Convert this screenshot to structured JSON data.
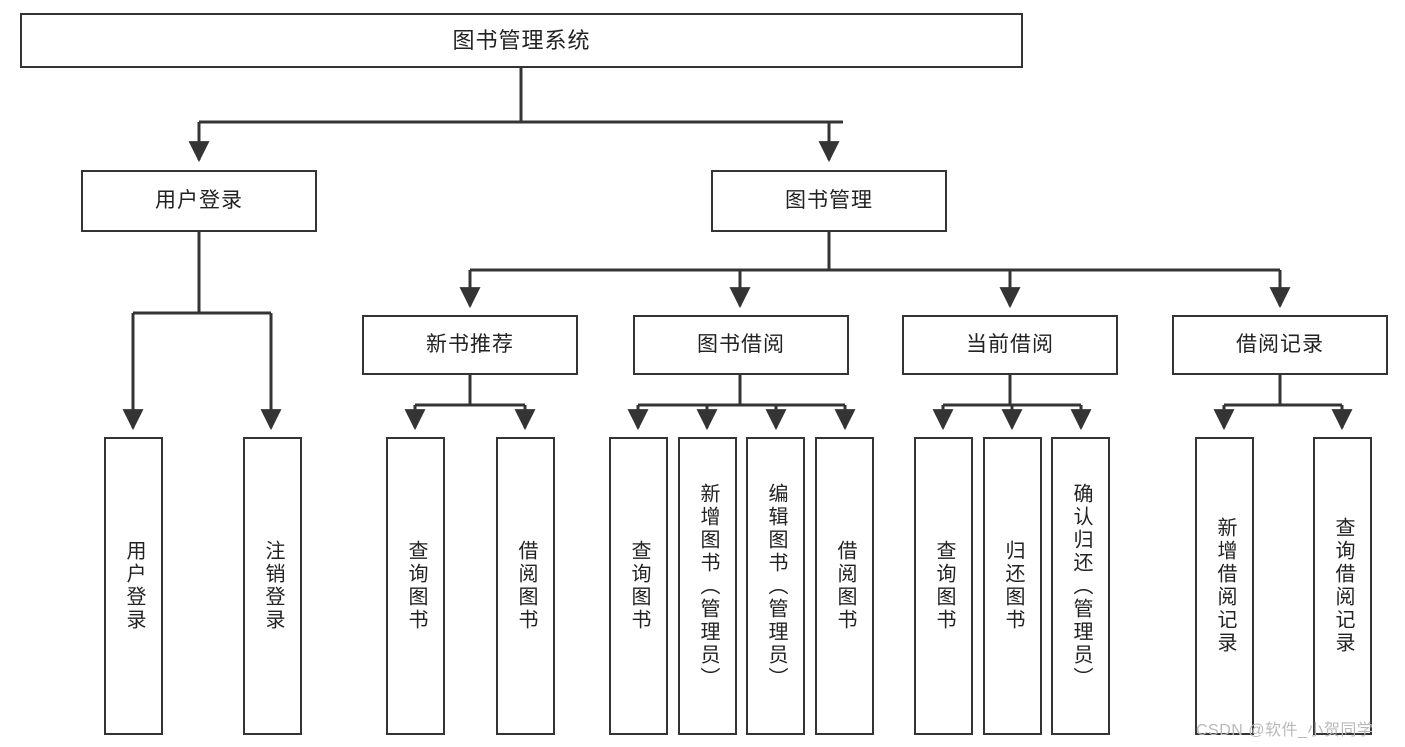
{
  "diagram": {
    "title": "图书管理系统",
    "watermark": "CSDN @软件_小贺同学",
    "edge_color": "#343434",
    "box_border_color": "#343434",
    "box_fill_color": "#ffffff",
    "text_color": "#222222",
    "levels": {
      "root": {
        "label": "图书管理系统"
      },
      "level2": [
        {
          "label": "用户登录"
        },
        {
          "label": "图书管理"
        }
      ],
      "level3": [
        {
          "label": "新书推荐"
        },
        {
          "label": "图书借阅"
        },
        {
          "label": "当前借阅"
        },
        {
          "label": "借阅记录"
        }
      ],
      "leaves": {
        "user_login": [
          {
            "label": "用户登录"
          },
          {
            "label": "注销登录"
          }
        ],
        "new_book_recommend": [
          {
            "label": "查询图书"
          },
          {
            "label": "借阅图书"
          }
        ],
        "book_borrow": [
          {
            "label": "查询图书"
          },
          {
            "label": "新增图书（管理员）"
          },
          {
            "label": "编辑图书（管理员）"
          },
          {
            "label": "借阅图书"
          }
        ],
        "current_borrow": [
          {
            "label": "查询图书"
          },
          {
            "label": "归还图书"
          },
          {
            "label": "确认归还（管理员）"
          }
        ],
        "borrow_record": [
          {
            "label": "新增借阅记录"
          },
          {
            "label": "查询借阅记录"
          }
        ]
      }
    }
  }
}
